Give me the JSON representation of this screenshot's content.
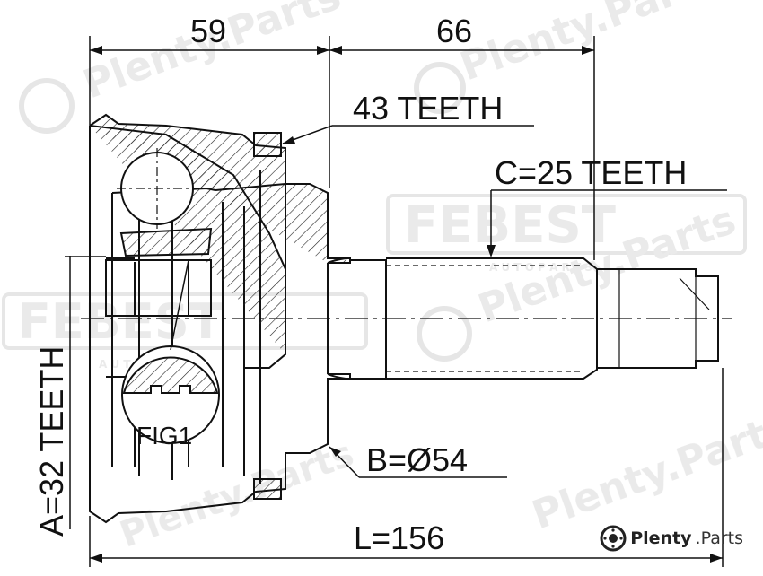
{
  "dimensions": {
    "top_left": "59",
    "top_right": "66",
    "total_length": "L=156"
  },
  "callouts": {
    "outer_teeth": "43 TEETH",
    "shaft_teeth": "C=25 TEETH",
    "diameter": "B=Ø54",
    "inner_teeth": "A=32 TEETH",
    "figure": "FIG1"
  },
  "watermark": {
    "brand_text": "FEBEST",
    "site_text": "Plenty.Parts",
    "sub_text": "A U T O   P A R T S"
  },
  "branding": {
    "name": "Plenty",
    "suffix": ".Parts",
    "icon": "brake-disc-icon"
  },
  "colors": {
    "line": "#111111",
    "watermark": "#e6e6e6"
  }
}
